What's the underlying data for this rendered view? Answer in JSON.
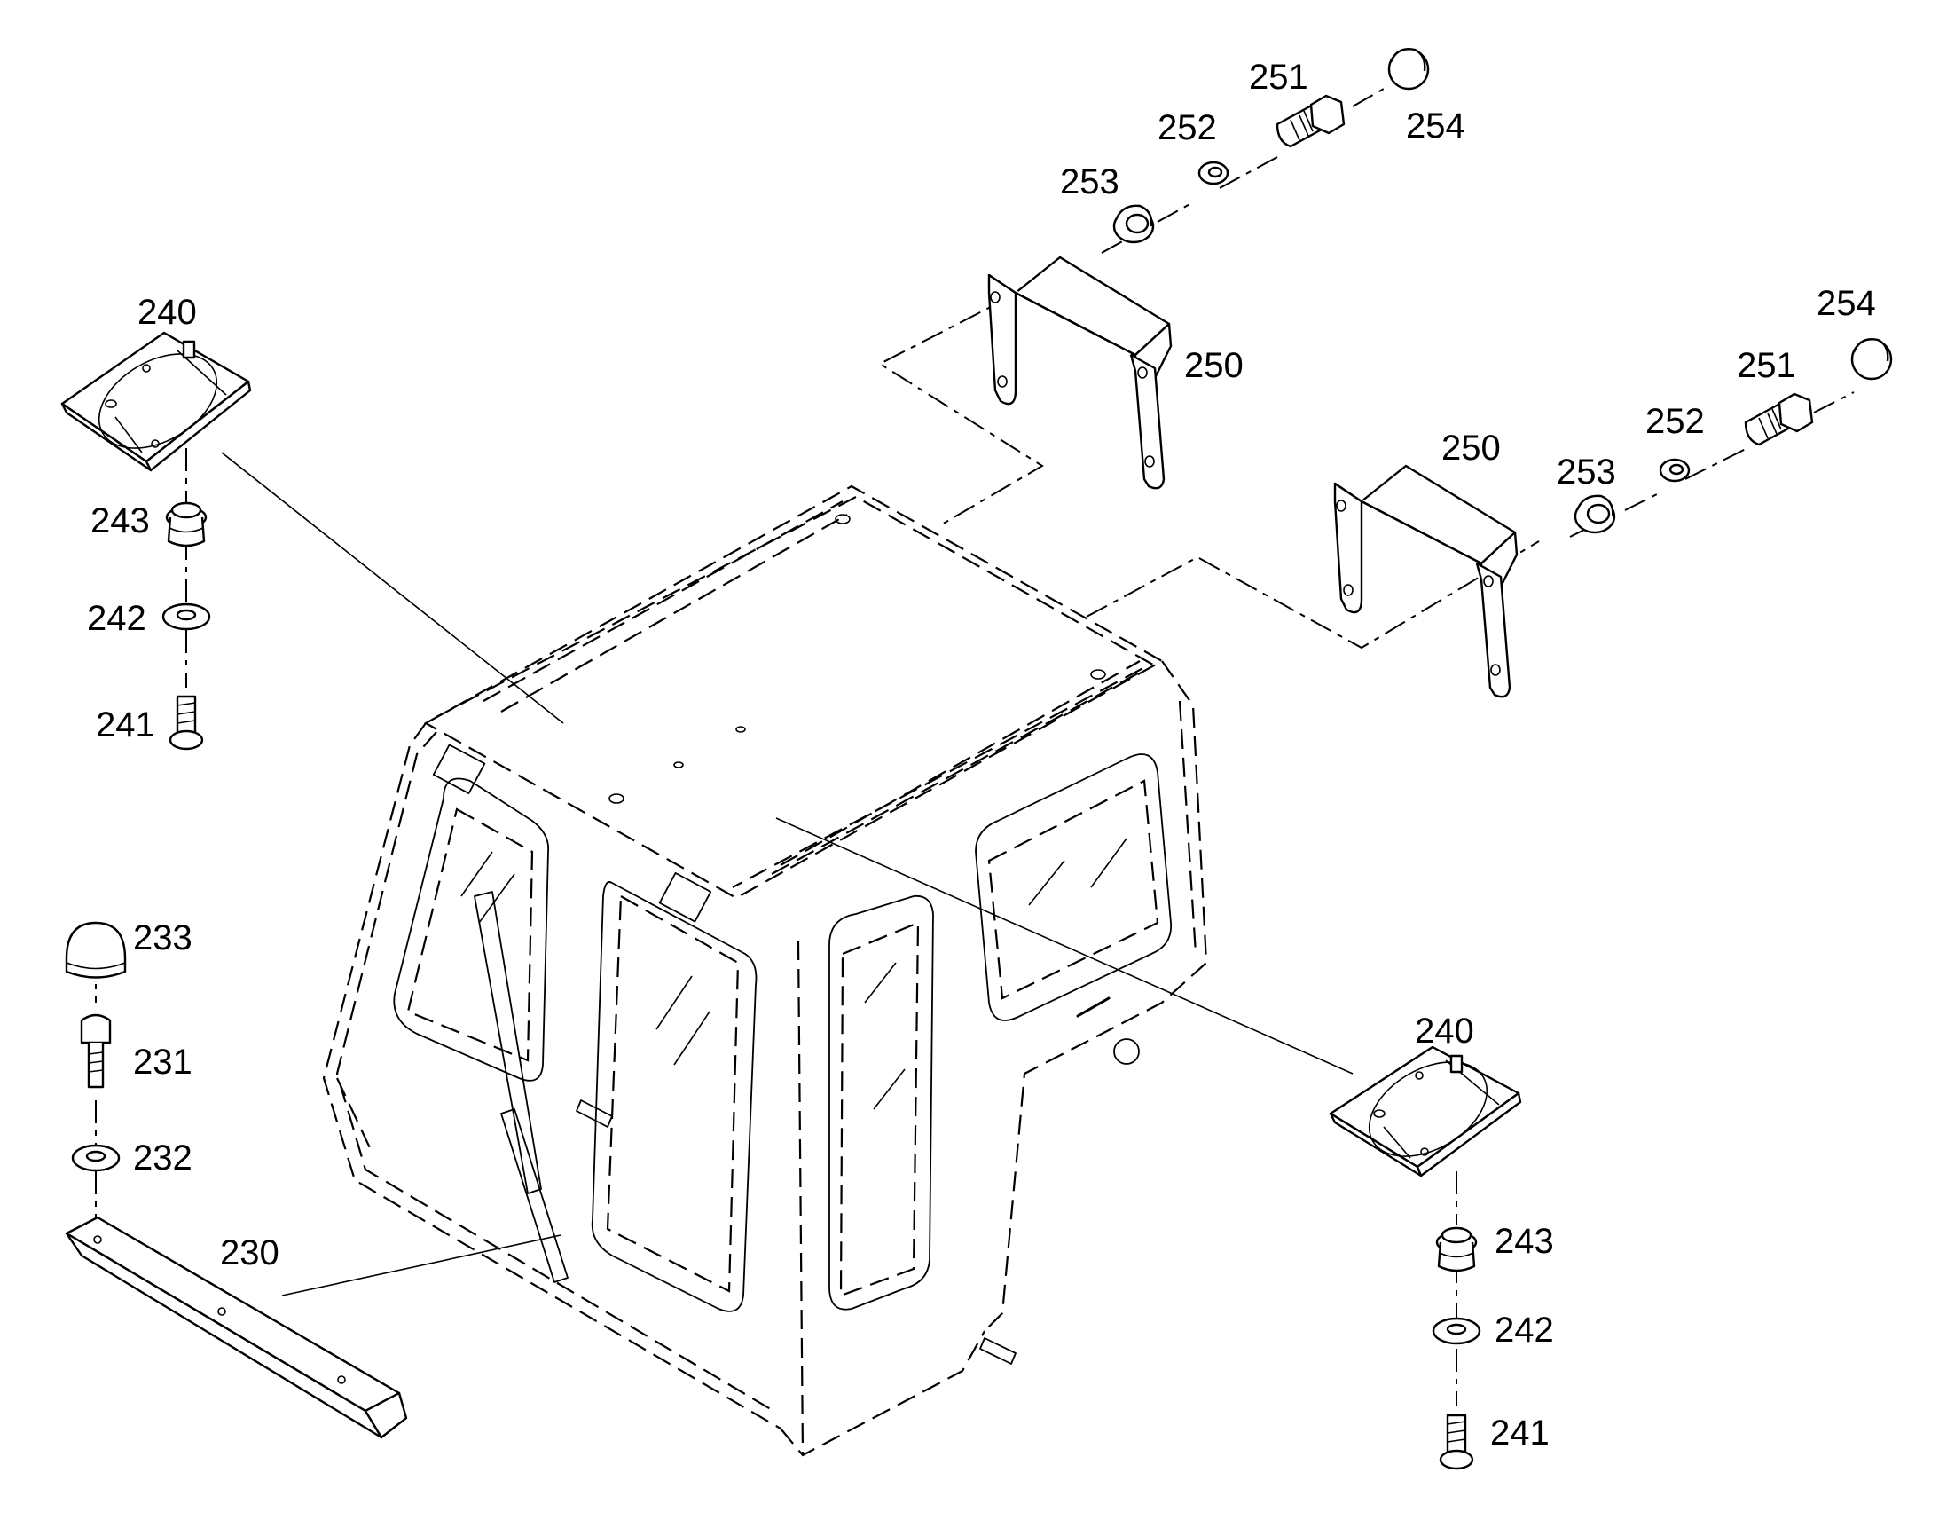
{
  "colors": {
    "background": "#ffffff",
    "ink": "#000000"
  },
  "labels": [
    {
      "id": "p240a",
      "text": "240"
    },
    {
      "id": "p243a",
      "text": "243"
    },
    {
      "id": "p242a",
      "text": "242"
    },
    {
      "id": "p241a",
      "text": "241"
    },
    {
      "id": "p233",
      "text": "233"
    },
    {
      "id": "p231",
      "text": "231"
    },
    {
      "id": "p232",
      "text": "232"
    },
    {
      "id": "p230",
      "text": "230"
    },
    {
      "id": "p251a",
      "text": "251"
    },
    {
      "id": "p254a",
      "text": "254"
    },
    {
      "id": "p252a",
      "text": "252"
    },
    {
      "id": "p253a",
      "text": "253"
    },
    {
      "id": "p250a",
      "text": "250"
    },
    {
      "id": "p254b",
      "text": "254"
    },
    {
      "id": "p251b",
      "text": "251"
    },
    {
      "id": "p252b",
      "text": "252"
    },
    {
      "id": "p250b",
      "text": "250"
    },
    {
      "id": "p253b",
      "text": "253"
    },
    {
      "id": "p240b",
      "text": "240"
    },
    {
      "id": "p243b",
      "text": "243"
    },
    {
      "id": "p242b",
      "text": "242"
    },
    {
      "id": "p241b",
      "text": "241"
    }
  ]
}
